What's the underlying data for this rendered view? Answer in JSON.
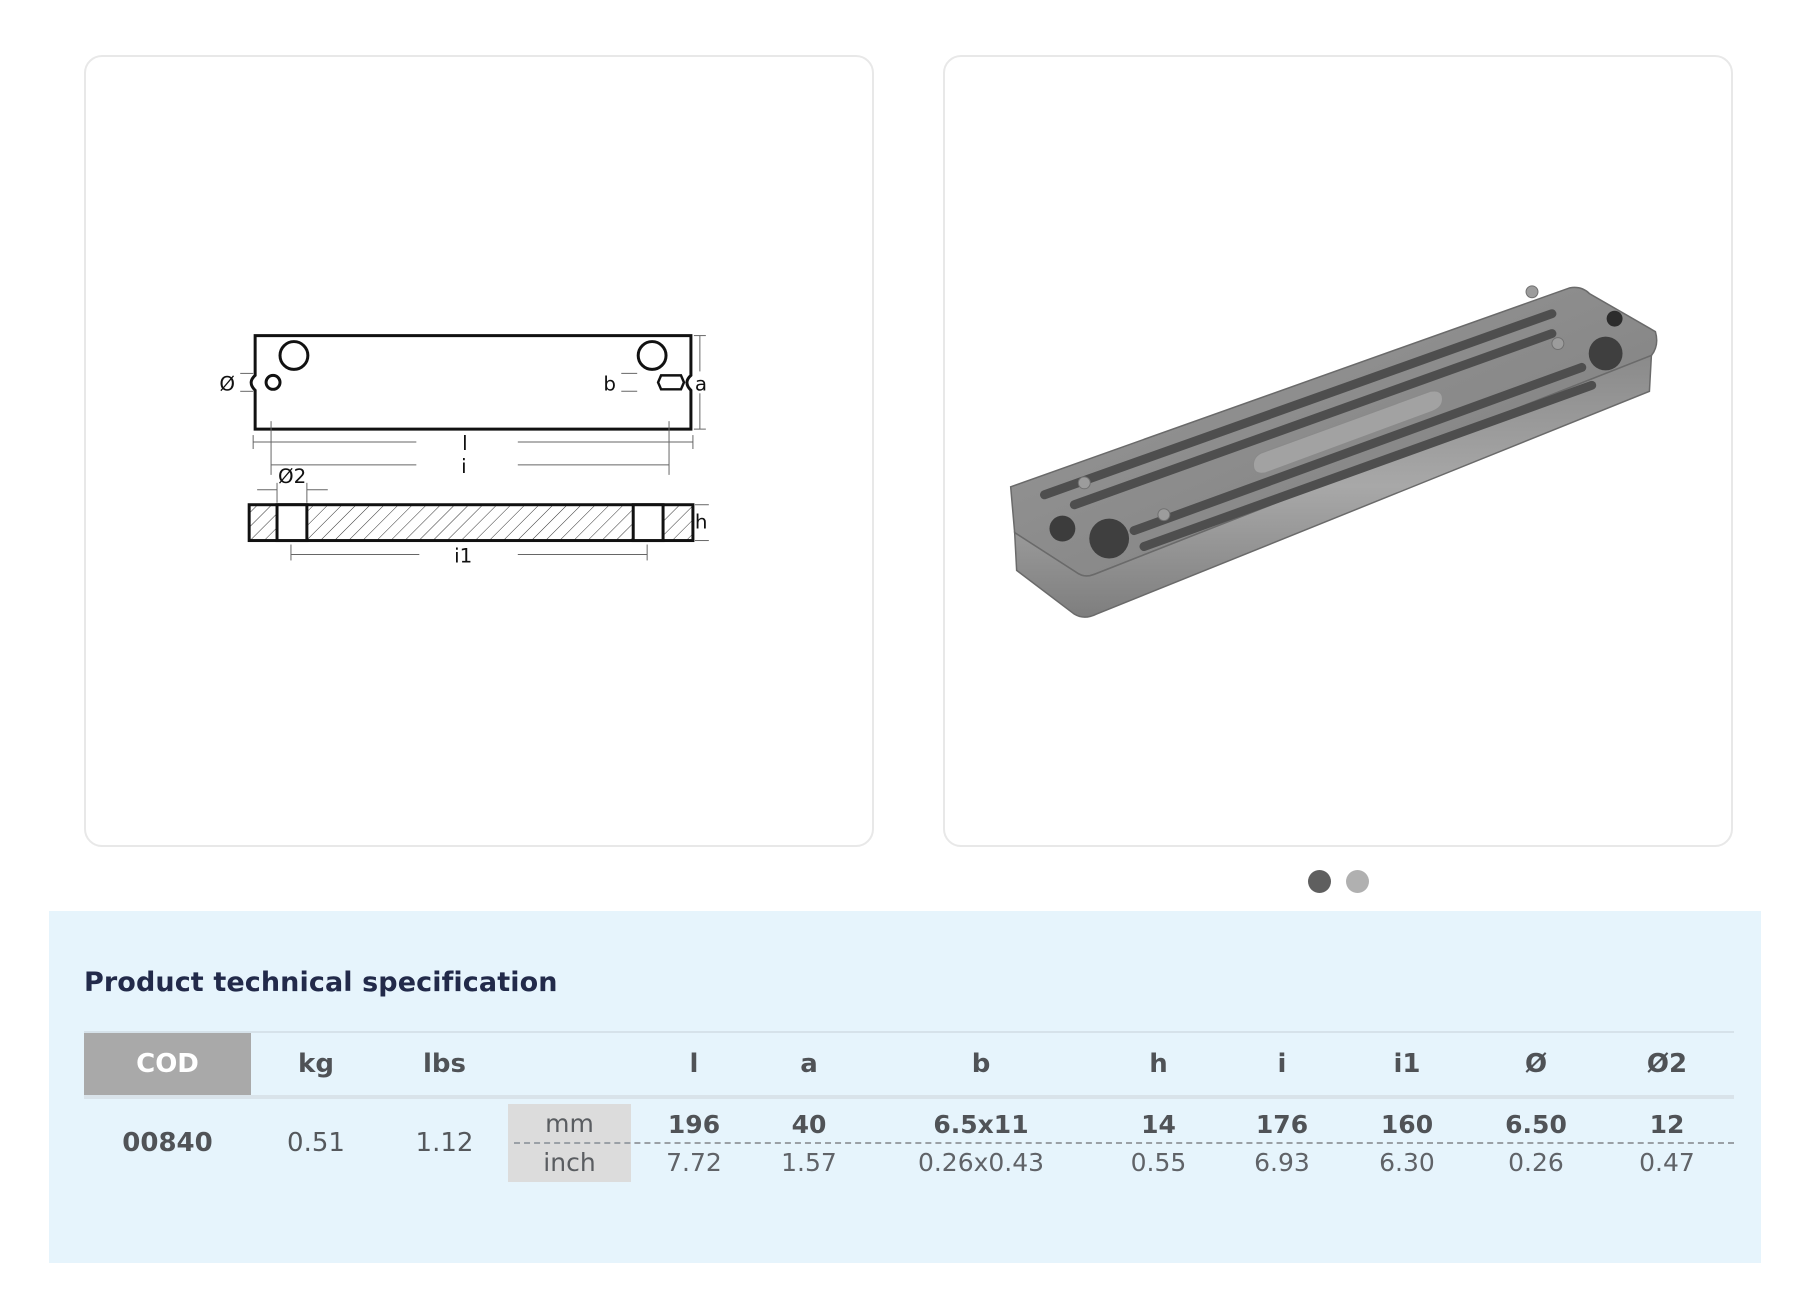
{
  "gallery": {
    "images": [
      {
        "name": "technical-drawing",
        "labels": {
          "diameter": "Ø",
          "b": "b",
          "a": "a",
          "l": "l",
          "i": "i",
          "diameter2": "Ø2",
          "h": "h",
          "i1": "i1"
        }
      },
      {
        "name": "product-photo"
      }
    ],
    "carousel": {
      "count": 2,
      "active_index": 0
    }
  },
  "spec": {
    "title": "Product technical specification",
    "columns": [
      "COD",
      "kg",
      "lbs",
      "",
      "l",
      "a",
      "b",
      "h",
      "i",
      "i1",
      "Ø",
      "Ø2"
    ],
    "units": [
      "mm",
      "inch"
    ],
    "rows": [
      {
        "cod": "00840",
        "kg": "0.51",
        "lbs": "1.12",
        "mm": {
          "l": "196",
          "a": "40",
          "b": "6.5x11",
          "h": "14",
          "i": "176",
          "i1": "160",
          "d": "6.50",
          "d2": "12"
        },
        "inch": {
          "l": "7.72",
          "a": "1.57",
          "b": "0.26x0.43",
          "h": "0.55",
          "i": "6.93",
          "i1": "6.30",
          "d": "0.26",
          "d2": "0.47"
        }
      }
    ]
  },
  "colors": {
    "spec_background": "#e6f4fc",
    "cod_header": "#a9a9a9",
    "unit_box": "#dcdcdc",
    "title": "#222a4a",
    "dot_active": "#5f5f5f",
    "dot_inactive": "#b0b0b0"
  }
}
